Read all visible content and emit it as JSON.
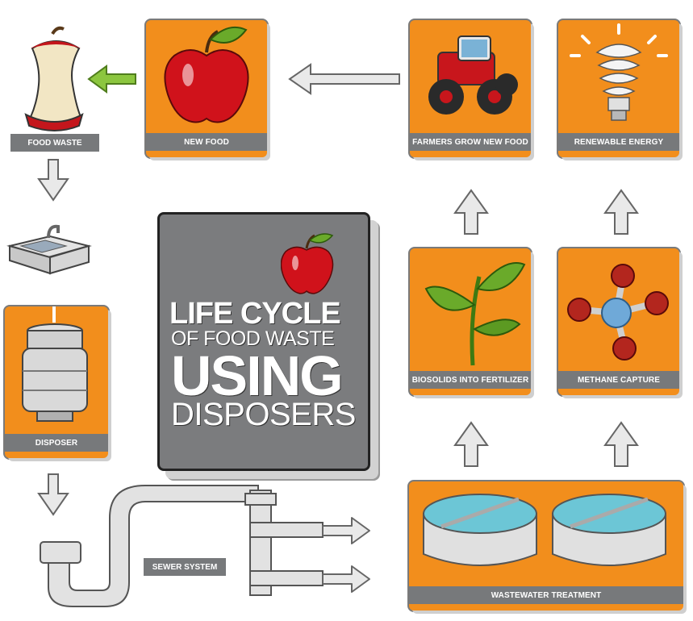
{
  "title": {
    "line1": "LIFE CYCLE",
    "line2": "OF FOOD WASTE",
    "line3": "USING",
    "line4": "DISPOSERS"
  },
  "nodes": {
    "food_waste": "FOOD WASTE",
    "new_food": "NEW FOOD",
    "farmers": "FARMERS GROW NEW FOOD",
    "renewable": "RENEWABLE ENERGY",
    "disposer": "DISPOSER",
    "biosolids": "BIOSOLIDS INTO FERTILIZER",
    "methane": "METHANE CAPTURE",
    "sewer": "SEWER SYSTEM",
    "wastewater": "WASTEWATER TREATMENT"
  },
  "colors": {
    "card": "#f28e1c",
    "label": "#77797b",
    "arrow_green": "#8cc63f",
    "arrow_gray": "#e6e6e6"
  },
  "icons": [
    "apple-core-icon",
    "apple-icon",
    "tractor-icon",
    "light-bulb-icon",
    "sink-icon",
    "disposer-icon",
    "plant-icon",
    "molecule-icon",
    "pipe-icon",
    "treatment-tank-icon"
  ]
}
